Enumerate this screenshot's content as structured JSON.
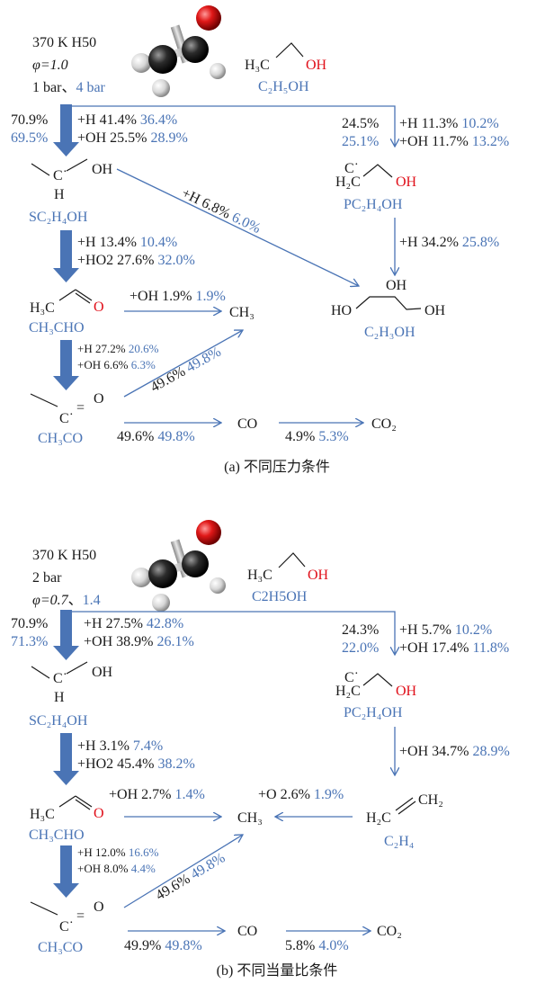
{
  "colors": {
    "black": "#1a1a1a",
    "blue": "#4a74b5",
    "red": "#e0101a"
  },
  "panel_a": {
    "cond": {
      "line1": "370 K H50",
      "phi": "φ=1.0",
      "p1": "1 bar",
      "sep": "、",
      "p2": "4 bar"
    },
    "caption": "(a) 不同压力条件",
    "species": {
      "ethanol": "C₂H₅OH",
      "sc2h4oh": "SC₂H₄OH",
      "pc2h4oh": "PC₂H₄OH",
      "ch3cho": "CH₃CHO",
      "ch3co": "CH₃CO",
      "c2h3oh": "C₂H₃OH",
      "ch3": "CH₃",
      "co": "CO",
      "co2": "CO₂"
    },
    "edges": {
      "e1": {
        "k1": "70.9%",
        "b1": "69.5%",
        "h_k": "+H 41.4%",
        "h_b": "36.4%",
        "oh_k": "+OH 25.5%",
        "oh_b": "28.9%"
      },
      "e2": {
        "k1": "24.5%",
        "b1": "25.1%",
        "h_k": "+H 11.3%",
        "h_b": "10.2%",
        "oh_k": "+OH 11.7%",
        "oh_b": "13.2%"
      },
      "e3": {
        "k": "+H 6.8%",
        "b": "6.0%"
      },
      "e4": {
        "h_k": "+H 13.4%",
        "h_b": "10.4%",
        "ho2_k": "+HO2 27.6%",
        "ho2_b": "32.0%"
      },
      "e5": {
        "k": "+H 34.2%",
        "b": "25.8%"
      },
      "e6": {
        "k": "+OH 1.9%",
        "b": "1.9%"
      },
      "e7": {
        "h_k": "+H 27.2%",
        "h_b": "20.6%",
        "oh_k": "+OH 6.6%",
        "oh_b": "6.3%"
      },
      "e8": {
        "k": "49.6%",
        "b": "49.8%"
      },
      "e9": {
        "k": "49.6%",
        "b": "49.8%"
      },
      "e10": {
        "k": "4.9%",
        "b": "5.3%"
      }
    }
  },
  "panel_b": {
    "cond": {
      "line1": "370 K H50",
      "p": "2 bar",
      "phi1": "φ=0.7",
      "sep": "、",
      "phi2": "1.4"
    },
    "caption": "(b) 不同当量比条件",
    "species": {
      "ethanol": "C2H5OH",
      "sc2h4oh": "SC₂H₄OH",
      "pc2h4oh": "PC₂H₄OH",
      "ch3cho": "CH₃CHO",
      "ch3co": "CH₃CO",
      "c2h4": "C₂H₄",
      "ch3": "CH₃",
      "co": "CO",
      "co2": "CO₂"
    },
    "edges": {
      "e1": {
        "k1": "70.9%",
        "b1": "71.3%",
        "h_k": "+H 27.5%",
        "h_b": "42.8%",
        "oh_k": "+OH 38.9%",
        "oh_b": "26.1%"
      },
      "e2": {
        "k1": "24.3%",
        "b1": "22.0%",
        "h_k": "+H 5.7%",
        "h_b": "10.2%",
        "oh_k": "+OH 17.4%",
        "oh_b": "11.8%"
      },
      "e4": {
        "h_k": "+H 3.1%",
        "h_b": "7.4%",
        "ho2_k": "+HO2 45.4%",
        "ho2_b": "38.2%"
      },
      "e5": {
        "k": "+OH 34.7%",
        "b": "28.9%"
      },
      "e6": {
        "k": "+OH 2.7%",
        "b": "1.4%"
      },
      "e6b": {
        "k": "+O 2.6%",
        "b": "1.9%"
      },
      "e7": {
        "h_k": "+H 12.0%",
        "h_b": "16.6%",
        "oh_k": "+OH 8.0%",
        "oh_b": "4.4%"
      },
      "e8": {
        "k": "49.6%",
        "b": "49.8%"
      },
      "e9": {
        "k": "49.9%",
        "b": "49.8%"
      },
      "e10": {
        "k": "5.8%",
        "b": "4.0%"
      }
    }
  },
  "atoms": {
    "H3C": "H₃C",
    "H2C": "H₂C",
    "Cdot": "C˙",
    "C": "C",
    "H": "H",
    "O": "O",
    "OH": "OH",
    "HO": "HO",
    "CH2": "CH₂",
    "eq": "="
  }
}
